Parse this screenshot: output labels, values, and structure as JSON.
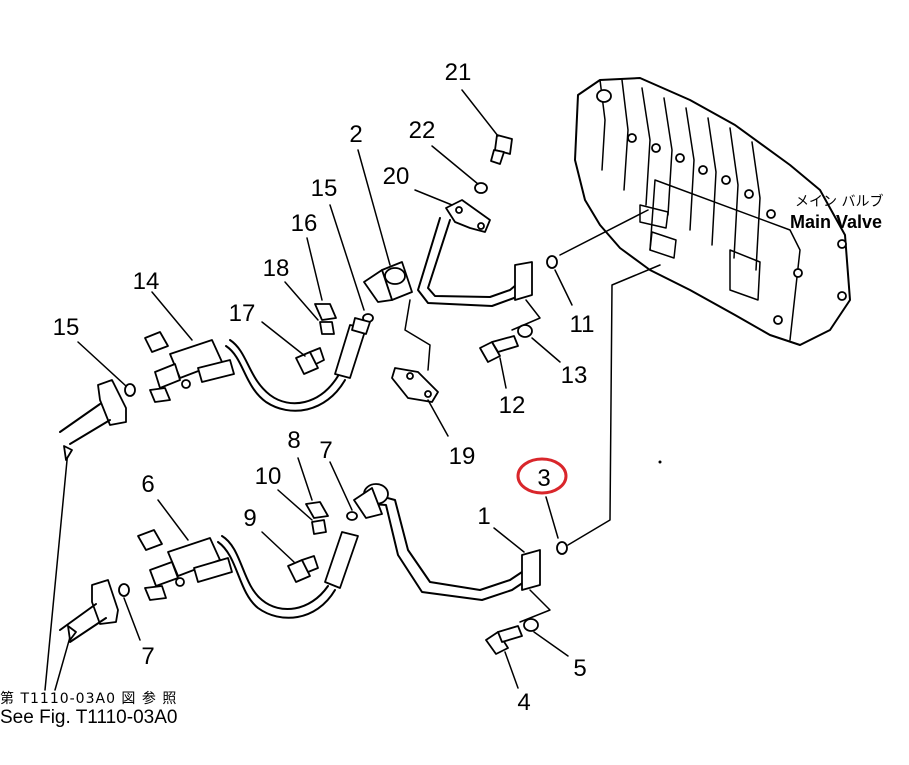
{
  "diagram": {
    "main_valve_label_jp": "メイン バルブ",
    "main_valve_label": "Main Valve",
    "reference_jp": "第 T1110-03A0 図 参 照",
    "reference_en": "See Fig. T1110-03A0",
    "highlighted_callout": "3",
    "highlight_color": "#d9262b",
    "callouts": [
      "21",
      "22",
      "2",
      "20",
      "15",
      "16",
      "18",
      "14",
      "17",
      "15",
      "11",
      "13",
      "12",
      "19",
      "8",
      "7",
      "10",
      "6",
      "9",
      "3",
      "1",
      "7",
      "5",
      "4"
    ]
  }
}
